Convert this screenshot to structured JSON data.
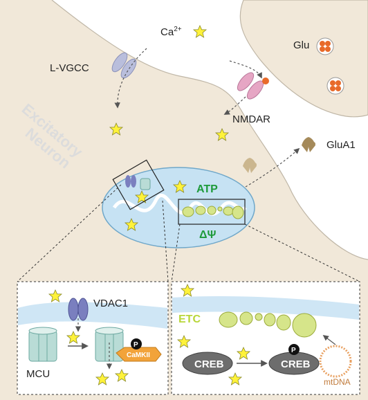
{
  "labels": {
    "ca": "Ca",
    "ca_sup": "2+",
    "lvgcc": "L-VGCC",
    "glu": "Glu",
    "nmdar": "NMDAR",
    "glua1": "GluA1",
    "neuron_line1": "Excitatory",
    "neuron_line2": "Neuron",
    "atp": "ATP",
    "dpsi": "ΔΨ",
    "vdac1": "VDAC1",
    "mcu": "MCU",
    "camkii": "CaMKII",
    "p": "P",
    "etc": "ETC",
    "creb": "CREB",
    "mtdna": "mtDNA"
  },
  "colors": {
    "neuron_fill": "#f1e8d9",
    "mito_fill": "#c6e2f3",
    "membrane_blue": "#cfe6f5",
    "star_yellow": "#fff23a",
    "vdac_purple": "#7a7fbf",
    "mcu_green": "#b9dcd6",
    "nmdar_pink": "#e6a6c4",
    "glua1_brown": "#a58a5a",
    "etc_green": "#d6e58a",
    "camkii_orange": "#f2a33a",
    "creb_gray": "#6d6d6d",
    "atp_green": "#1e9a3a"
  }
}
